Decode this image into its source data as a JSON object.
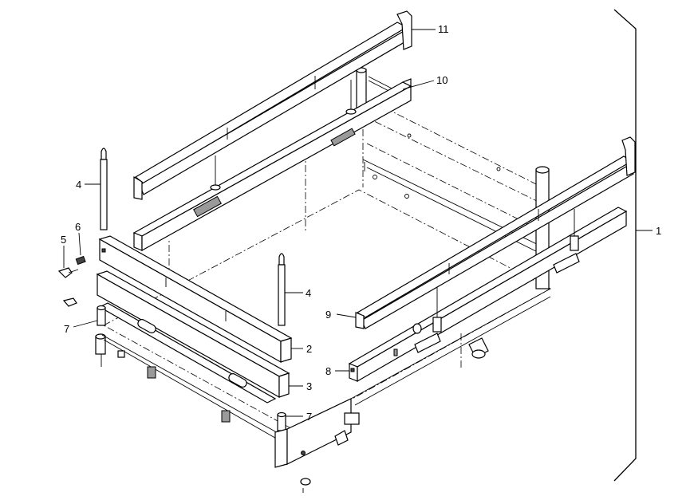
{
  "callouts": {
    "c1": "1",
    "c2": "2",
    "c3": "3",
    "c4a": "4",
    "c4b": "4",
    "c5": "5",
    "c6": "6",
    "c7a": "7",
    "c7b": "7",
    "c8": "8",
    "c9": "9",
    "c10": "10",
    "c11": "11"
  }
}
